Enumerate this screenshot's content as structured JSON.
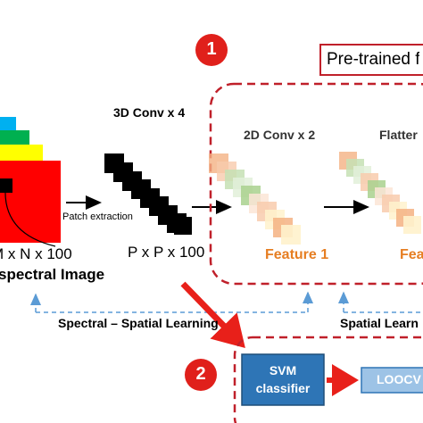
{
  "badges": {
    "one": "1",
    "two": "2"
  },
  "pretrained_label": "Pre-trained f",
  "conv3d_label": "3D Conv x 4",
  "conv2d_label": "2D Conv x 2",
  "flatten_label": "Flatter",
  "dims_label": "M x N x 100",
  "patch_extraction_label": "Patch extraction",
  "patch_dims_label": "P x P x 100",
  "image_label": "spectral  Image",
  "feature1_label": "Feature 1",
  "feature2_label": "Fea",
  "spectral_spatial_label": "Spectral – Spatial Learning",
  "spatial_learn_label": "Spatial Learn",
  "svm_label_line1": "SVM",
  "svm_label_line2": "classifier",
  "loocv_label": "LOOCV",
  "colors": {
    "badge_red": "#e0201b",
    "dashed_red": "#c0202a",
    "arrow_red": "#e8201a",
    "feature_orange": "#e67e22",
    "svm_blue": "#2e75b6",
    "loocv_blue": "#9dc3e6",
    "dashed_blue": "#5b9bd5"
  }
}
